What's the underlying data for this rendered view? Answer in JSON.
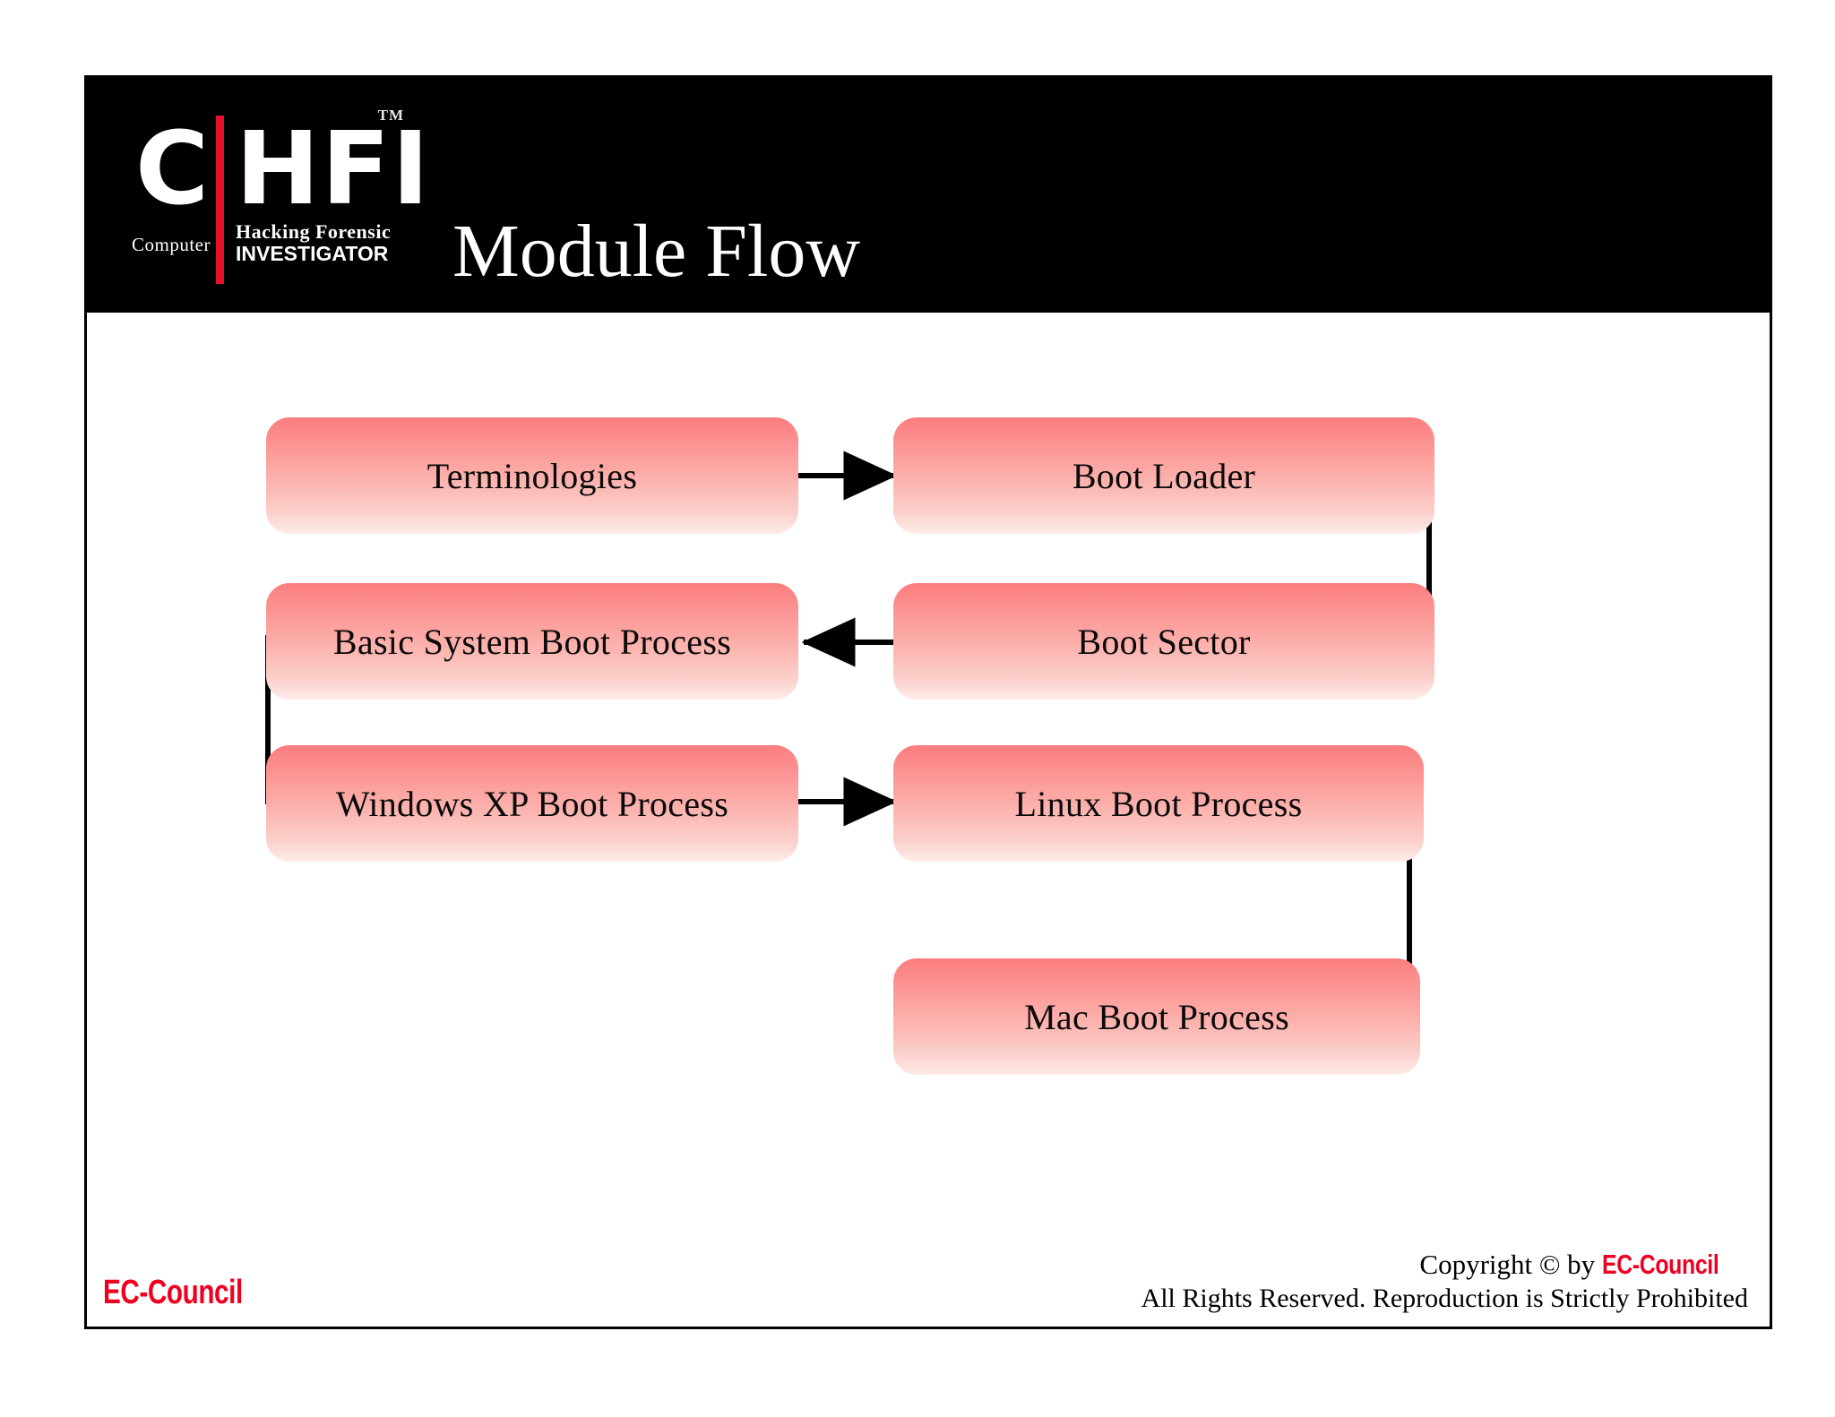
{
  "slide": {
    "title": "Module Flow",
    "logo": {
      "letter_c": "C",
      "letters_hfi": "HFI",
      "trademark": "TM",
      "computer": "Computer",
      "sub_line1": "Hacking  Forensic",
      "sub_line2": "INVESTIGATOR"
    }
  },
  "colors": {
    "header_background": "#000000",
    "accent_red": "#e8112d",
    "brand_red": "#ee0021",
    "node_gradient_top": "#fb7d7d",
    "node_gradient_bottom": "#fdece9",
    "connector": "#000000",
    "slide_border": "#000000"
  },
  "chart_data": {
    "type": "diagram",
    "title": "Module Flow",
    "nodes": [
      {
        "id": "terminologies",
        "label": "Terminologies",
        "column": "left",
        "row": 1
      },
      {
        "id": "boot-loader",
        "label": "Boot Loader",
        "column": "right",
        "row": 1
      },
      {
        "id": "basic-system-boot-process",
        "label": "Basic System Boot Process",
        "column": "left",
        "row": 2
      },
      {
        "id": "boot-sector",
        "label": "Boot Sector",
        "column": "right",
        "row": 2
      },
      {
        "id": "windows-xp-boot-process",
        "label": "Windows XP Boot Process",
        "column": "left",
        "row": 3
      },
      {
        "id": "linux-boot-process",
        "label": "Linux Boot Process",
        "column": "right",
        "row": 3
      },
      {
        "id": "mac-boot-process",
        "label": "Mac Boot Process",
        "column": "right",
        "row": 4
      }
    ],
    "edges": [
      {
        "from": "terminologies",
        "to": "boot-loader",
        "style": "straight-right"
      },
      {
        "from": "boot-loader",
        "to": "boot-sector",
        "style": "right-down-left"
      },
      {
        "from": "boot-sector",
        "to": "basic-system-boot-process",
        "style": "straight-left"
      },
      {
        "from": "basic-system-boot-process",
        "to": "windows-xp-boot-process",
        "style": "left-down-right"
      },
      {
        "from": "windows-xp-boot-process",
        "to": "linux-boot-process",
        "style": "straight-right"
      },
      {
        "from": "linux-boot-process",
        "to": "mac-boot-process",
        "style": "right-down-left"
      }
    ]
  },
  "nodes": {
    "terminologies": "Terminologies",
    "boot_loader": "Boot Loader",
    "basic_system_boot_process": "Basic System Boot Process",
    "boot_sector": "Boot Sector",
    "windows_xp_boot_process": "Windows XP Boot Process",
    "linux_boot_process": "Linux Boot Process",
    "mac_boot_process": "Mac Boot Process"
  },
  "footer": {
    "ec_council_logo": "EC-Council",
    "copyright_prefix": "Copyright © by ",
    "copyright_brand": "EC-Council",
    "rights_line": "All Rights Reserved. Reproduction is Strictly Prohibited"
  }
}
